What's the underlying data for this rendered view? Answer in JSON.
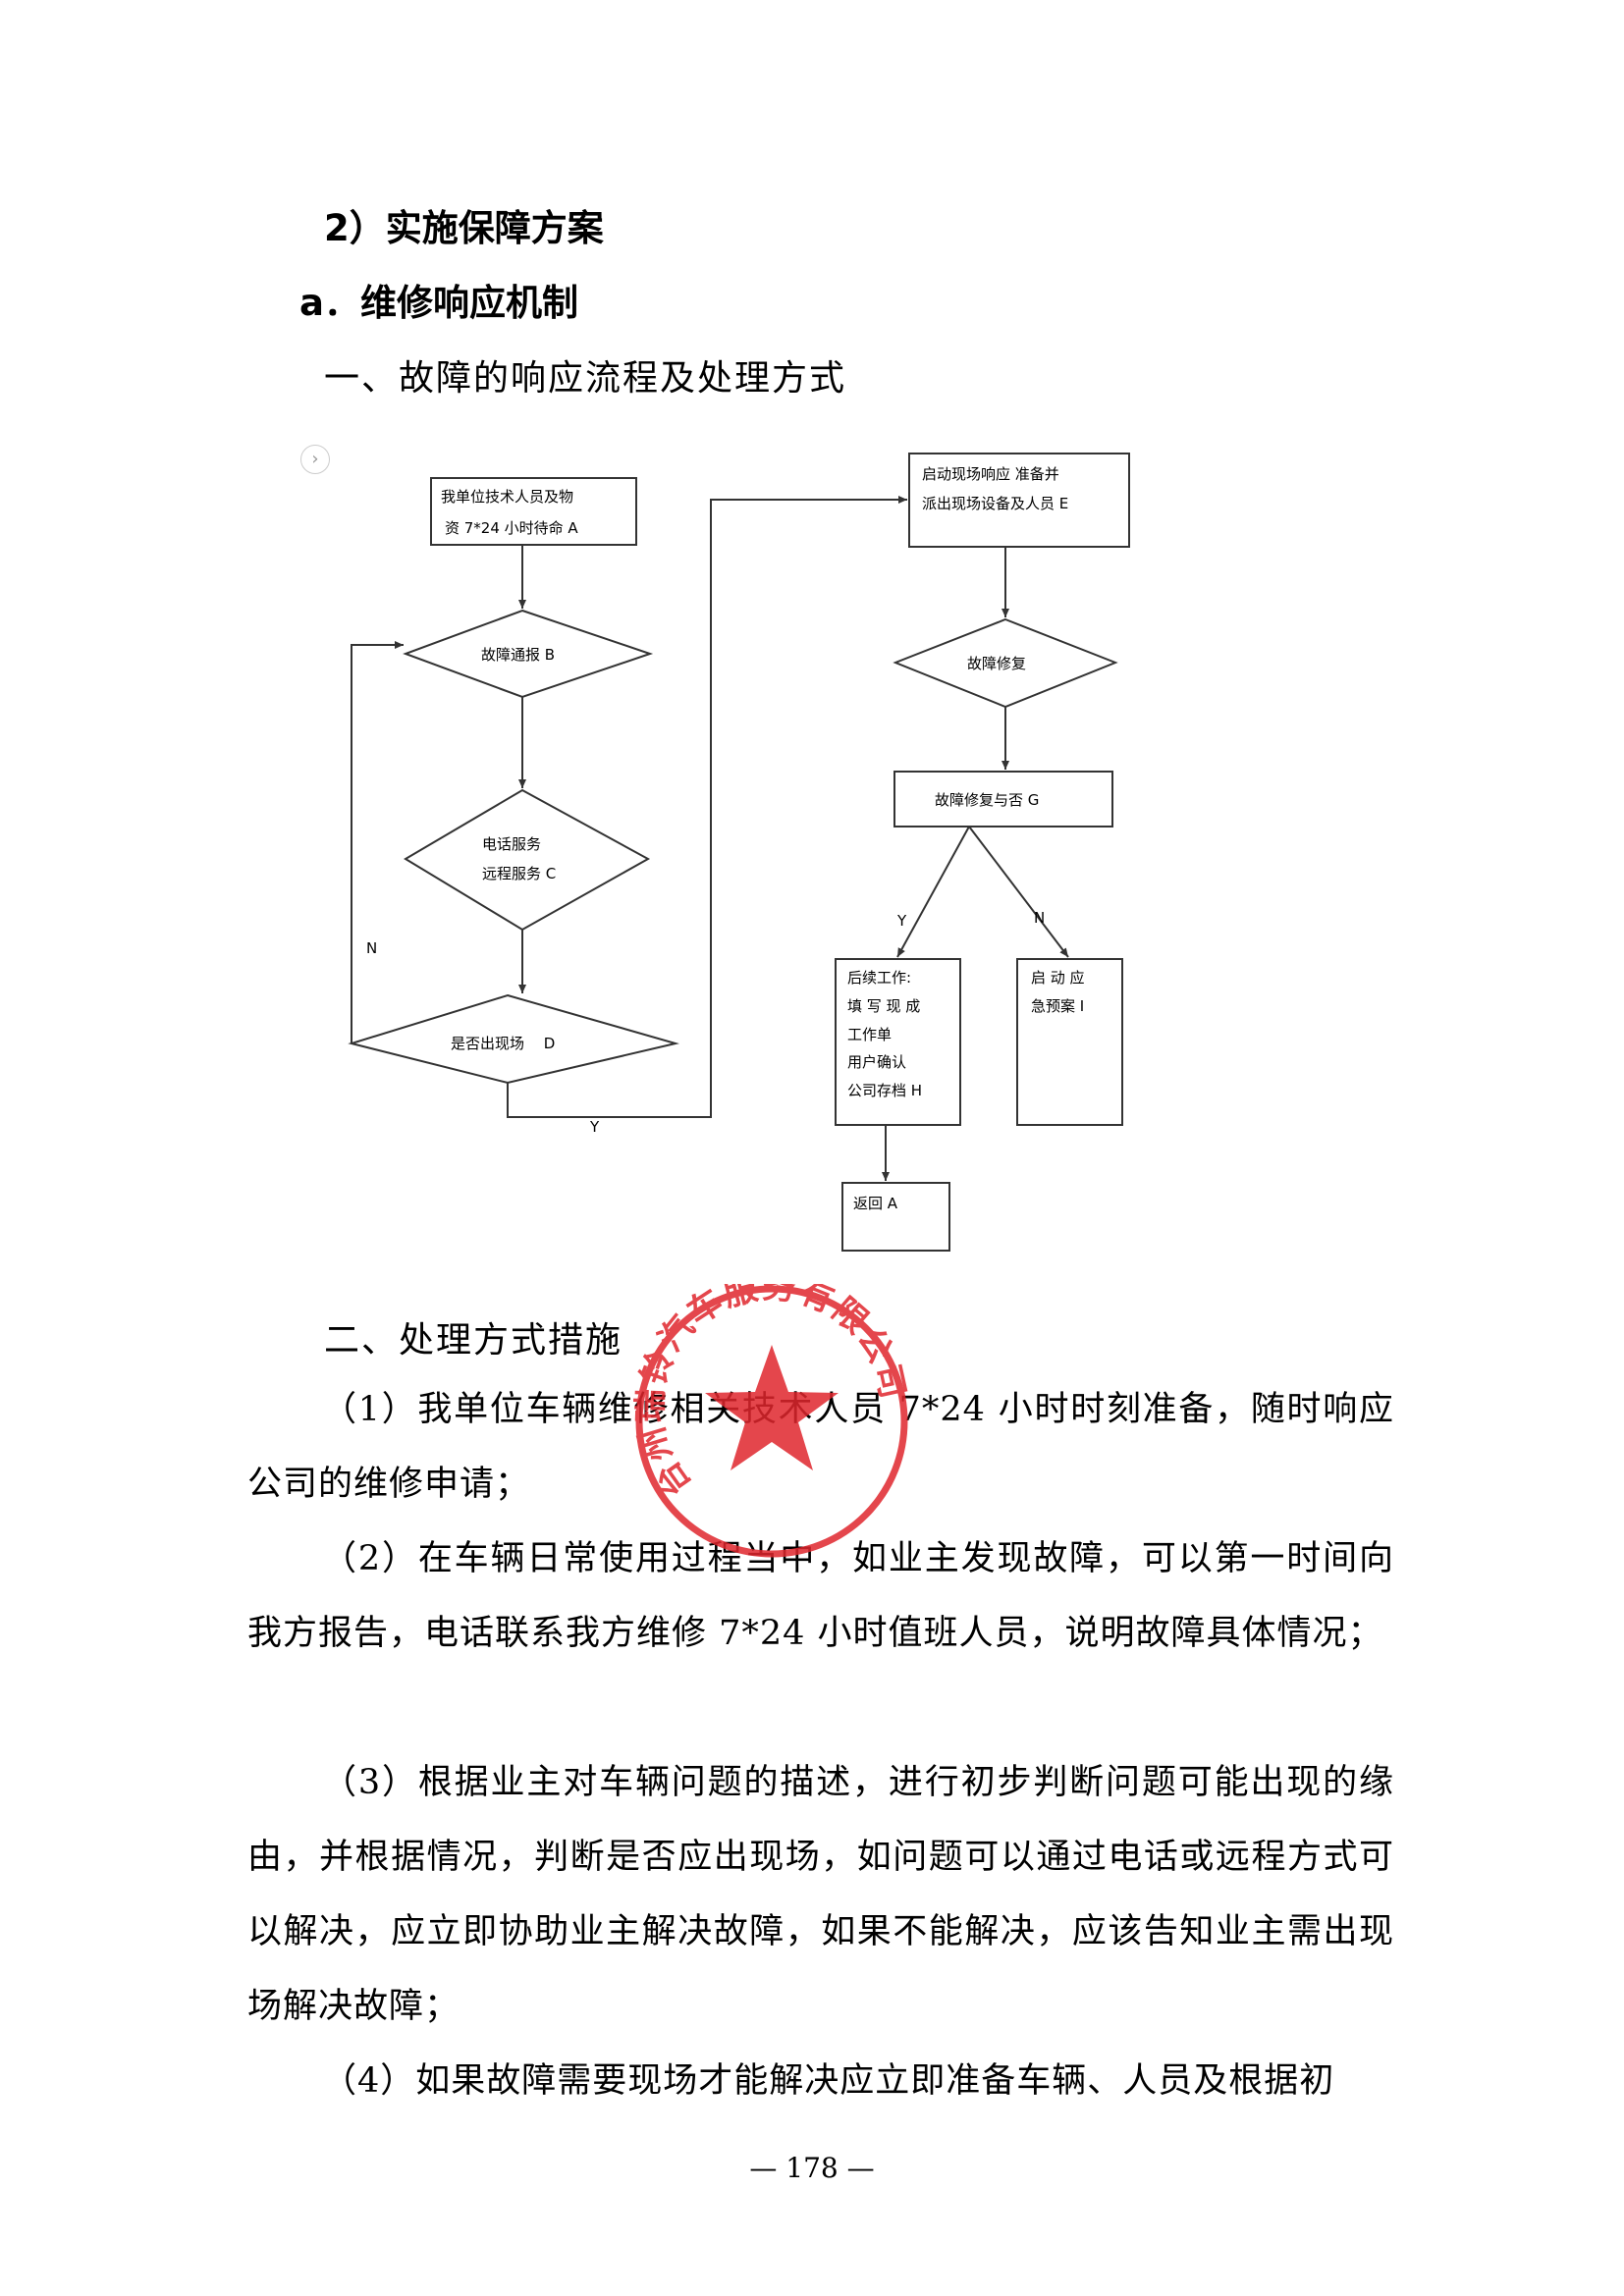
{
  "headings": {
    "section": "2）实施保障方案",
    "subsection": "a．维修响应机制",
    "part1": "一、故障的响应流程及处理方式",
    "part2": "二、处理方式措施"
  },
  "flowchart": {
    "expand_glyph": "›",
    "box_a": [
      "我单位技术人员及物",
      "资 7*24 小时待命 A"
    ],
    "diamond_b": "故障通报 B",
    "diamond_c": [
      "电话服务",
      "远程服务 C"
    ],
    "diamond_d": "是否出现场　 D",
    "label_n": "N",
    "label_y_bottom": "Y",
    "box_e": [
      "启动现场响应 准备并",
      "派出现场设备及人员 E"
    ],
    "diamond_f": "故障修复",
    "box_g": "故障修复与否 G",
    "label_y": "Y",
    "label_n2": "N",
    "box_h": [
      "后续工作:",
      "填 写 现 成",
      "工作单",
      "用户确认",
      "公司存档 H"
    ],
    "box_i": [
      "启 动 应",
      "急预案 I"
    ],
    "box_return": "返回 A"
  },
  "paragraphs": [
    "（1）我单位车辆维修相关技术人员 7*24 小时时刻准备，随时响应公司的维修申请；",
    "（2）在车辆日常使用过程当中，如业主发现故障，可以第一时间向我方报告，电话联系我方维修 7*24 小时值班人员，说明故障具体情况；",
    "（3）根据业主对车辆问题的描述，进行初步判断问题可能出现的缘由，并根据情况，判断是否应出现场，如问题可以通过电话或远程方式可以解决，应立即协助业主解决故障，如果不能解决，应该告知业主需出现场解决故障；",
    "（4）如果故障需要现场才能解决应立即准备车辆、人员及根据初"
  ],
  "seal": {
    "text": "台州瑞铃汽车服务有限公司",
    "color": "#e0262d"
  },
  "page_number": "— 178 —"
}
